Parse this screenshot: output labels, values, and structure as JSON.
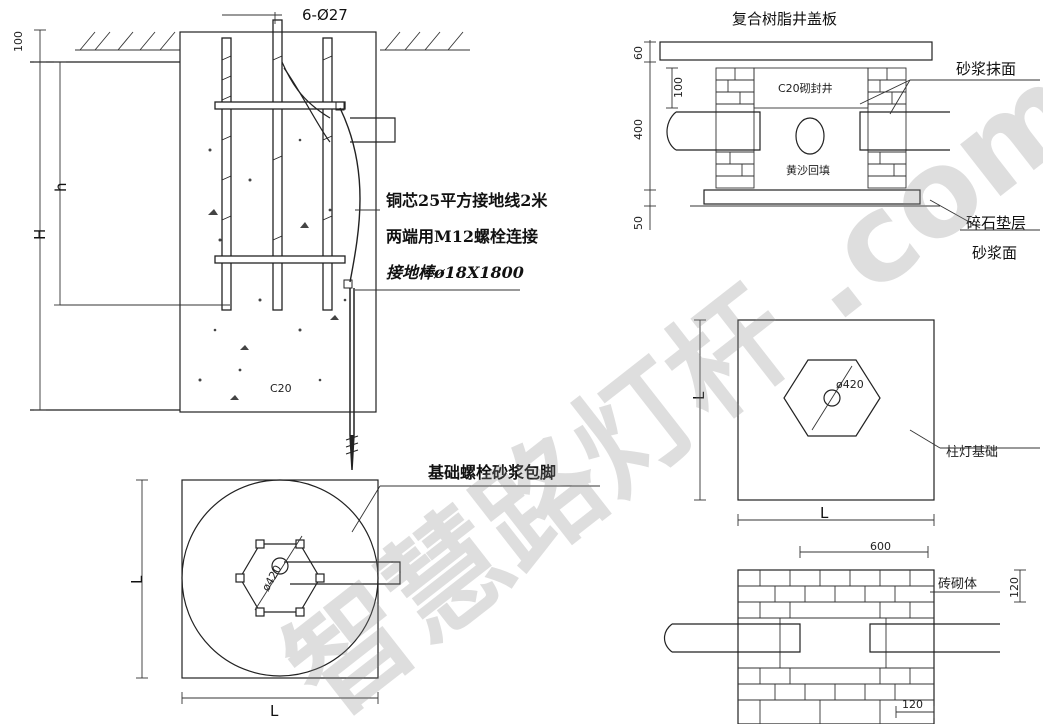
{
  "top_left": {
    "bolt_spec": "6-Ø27",
    "dim_100": "100",
    "dim_h": "h",
    "dim_H": "H",
    "concrete_grade": "C20"
  },
  "callouts": {
    "ground_wire": "铜芯25平方接地线2米",
    "bolt_connection": "两端用M12螺栓连接",
    "ground_rod": "接地棒ø18X1800",
    "mortar_wrap": "基础螺栓砂浆包脚"
  },
  "bottom_left": {
    "dim_L_side": "L",
    "dim_L_bottom": "L",
    "dia_label": "ø420"
  },
  "top_right": {
    "cover_title": "复合树脂井盖板",
    "mortar_surface": "砂浆抹面",
    "seal_label": "C20砌封井",
    "sand_fill": "黄沙回填",
    "gravel_layer": "碎石垫层",
    "mortar_face": "砂浆面",
    "dim_60": "60",
    "dim_100": "100",
    "dim_400": "400",
    "dim_50": "50"
  },
  "mid_right": {
    "dim_L_side": "L",
    "dim_L_bottom": "L",
    "dia_label": "ø420",
    "foundation_label": "柱灯基础"
  },
  "bottom_right": {
    "dim_600": "600",
    "masonry": "砖砌体",
    "dim_120_side": "120",
    "dim_120_bottom": "120"
  },
  "watermark": "智慧路灯杆 .com"
}
